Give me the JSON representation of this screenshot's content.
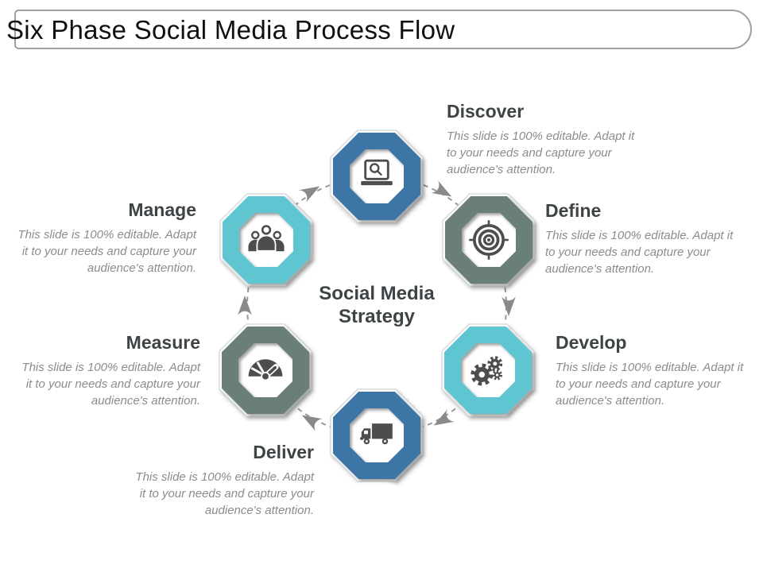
{
  "slide": {
    "title": "Six Phase Social Media Process Flow"
  },
  "center": {
    "line1": "Social Media",
    "line2": "Strategy"
  },
  "colors": {
    "icon": "#4d4d4d",
    "heading": "#3e4446",
    "subtitle": "#8c8c8c"
  },
  "flow": {
    "direction": "clockwise",
    "arrow_color": "#8a8a8a",
    "dash_color": "#999999"
  },
  "phases": [
    {
      "name": "discover",
      "heading": "Discover",
      "icon": "laptop-search-icon",
      "color": "#3c74a6",
      "sub_lines": [
        "This slide is 100% editable. Adapt it",
        "to your needs and capture your",
        "audience's attention."
      ]
    },
    {
      "name": "define",
      "heading": "Define",
      "icon": "target-icon",
      "color": "#6b8076",
      "sub_lines": [
        "This slide is 100% editable. Adapt it",
        "to your needs and capture your",
        "audience's attention."
      ]
    },
    {
      "name": "develop",
      "heading": "Develop",
      "icon": "gears-icon",
      "color": "#5ec6d1",
      "sub_lines": [
        "This slide is 100% editable. Adapt it",
        "to your needs and capture your",
        "audience's attention."
      ]
    },
    {
      "name": "deliver",
      "heading": "Deliver",
      "icon": "truck-icon",
      "color": "#3c74a6",
      "sub_lines": [
        "This slide is 100% editable. Adapt",
        "it to your needs and capture your",
        "audience's attention."
      ]
    },
    {
      "name": "measure",
      "heading": "Measure",
      "icon": "gauge-icon",
      "color": "#6b8076",
      "sub_lines": [
        "This slide is 100% editable. Adapt",
        "it to your needs and capture your",
        "audience's attention."
      ]
    },
    {
      "name": "manage",
      "heading": "Manage",
      "icon": "people-group-icon",
      "color": "#5ec6d1",
      "sub_lines": [
        "This slide is 100% editable. Adapt",
        "it to your needs and capture your",
        "audience's attention."
      ]
    }
  ]
}
